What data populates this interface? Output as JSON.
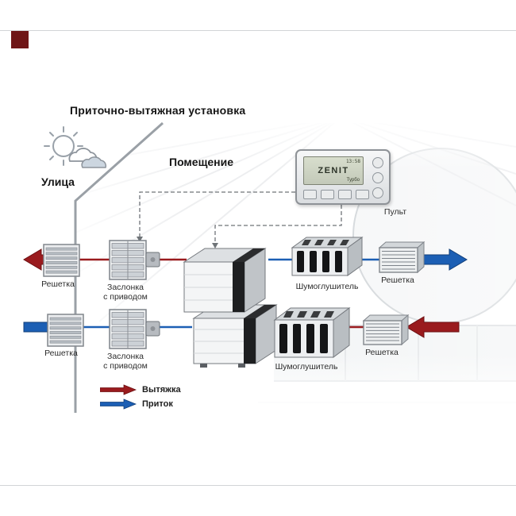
{
  "header": {
    "title": "Приточно-вытяжная установка"
  },
  "zones": {
    "street": "Улица",
    "room": "Помещение"
  },
  "components": {
    "grille": "Решетка",
    "damper": [
      "Заслонка",
      "с приводом"
    ],
    "silencer": "Шумоглушитель",
    "remote": "Пульт"
  },
  "remote_display": {
    "time": "13:58",
    "model": "ZENIT",
    "mode": "Турбо"
  },
  "legend": {
    "exhaust_label": "Вытяжка",
    "supply_label": "Приток"
  },
  "colors": {
    "exhaust": "#9a1b1e",
    "supply": "#1c5fb4",
    "divider": "#9aa0a6",
    "logo": "#6f1617"
  }
}
